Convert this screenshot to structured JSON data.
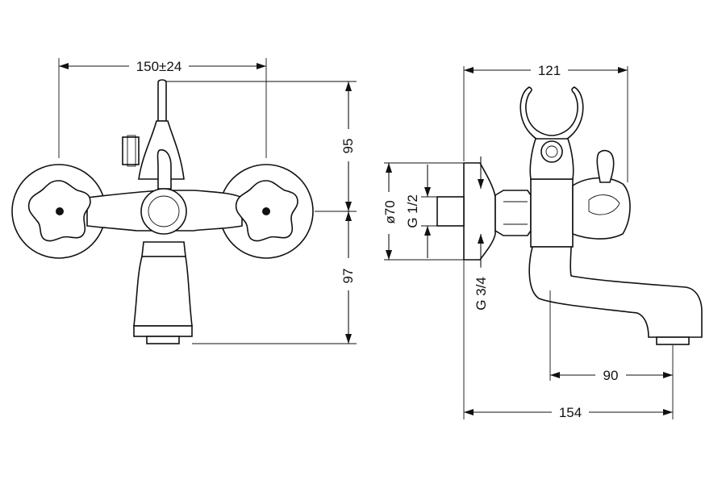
{
  "front_view": {
    "width_label": "150±24",
    "height_upper_label": "95",
    "height_lower_label": "97"
  },
  "side_view": {
    "width_top_label": "121",
    "diameter_label": "ø70",
    "inlet_thread_label": "G 1/2",
    "outlet_thread_label": "G 3/4",
    "spout_reach_label": "90",
    "overall_depth_label": "154"
  }
}
